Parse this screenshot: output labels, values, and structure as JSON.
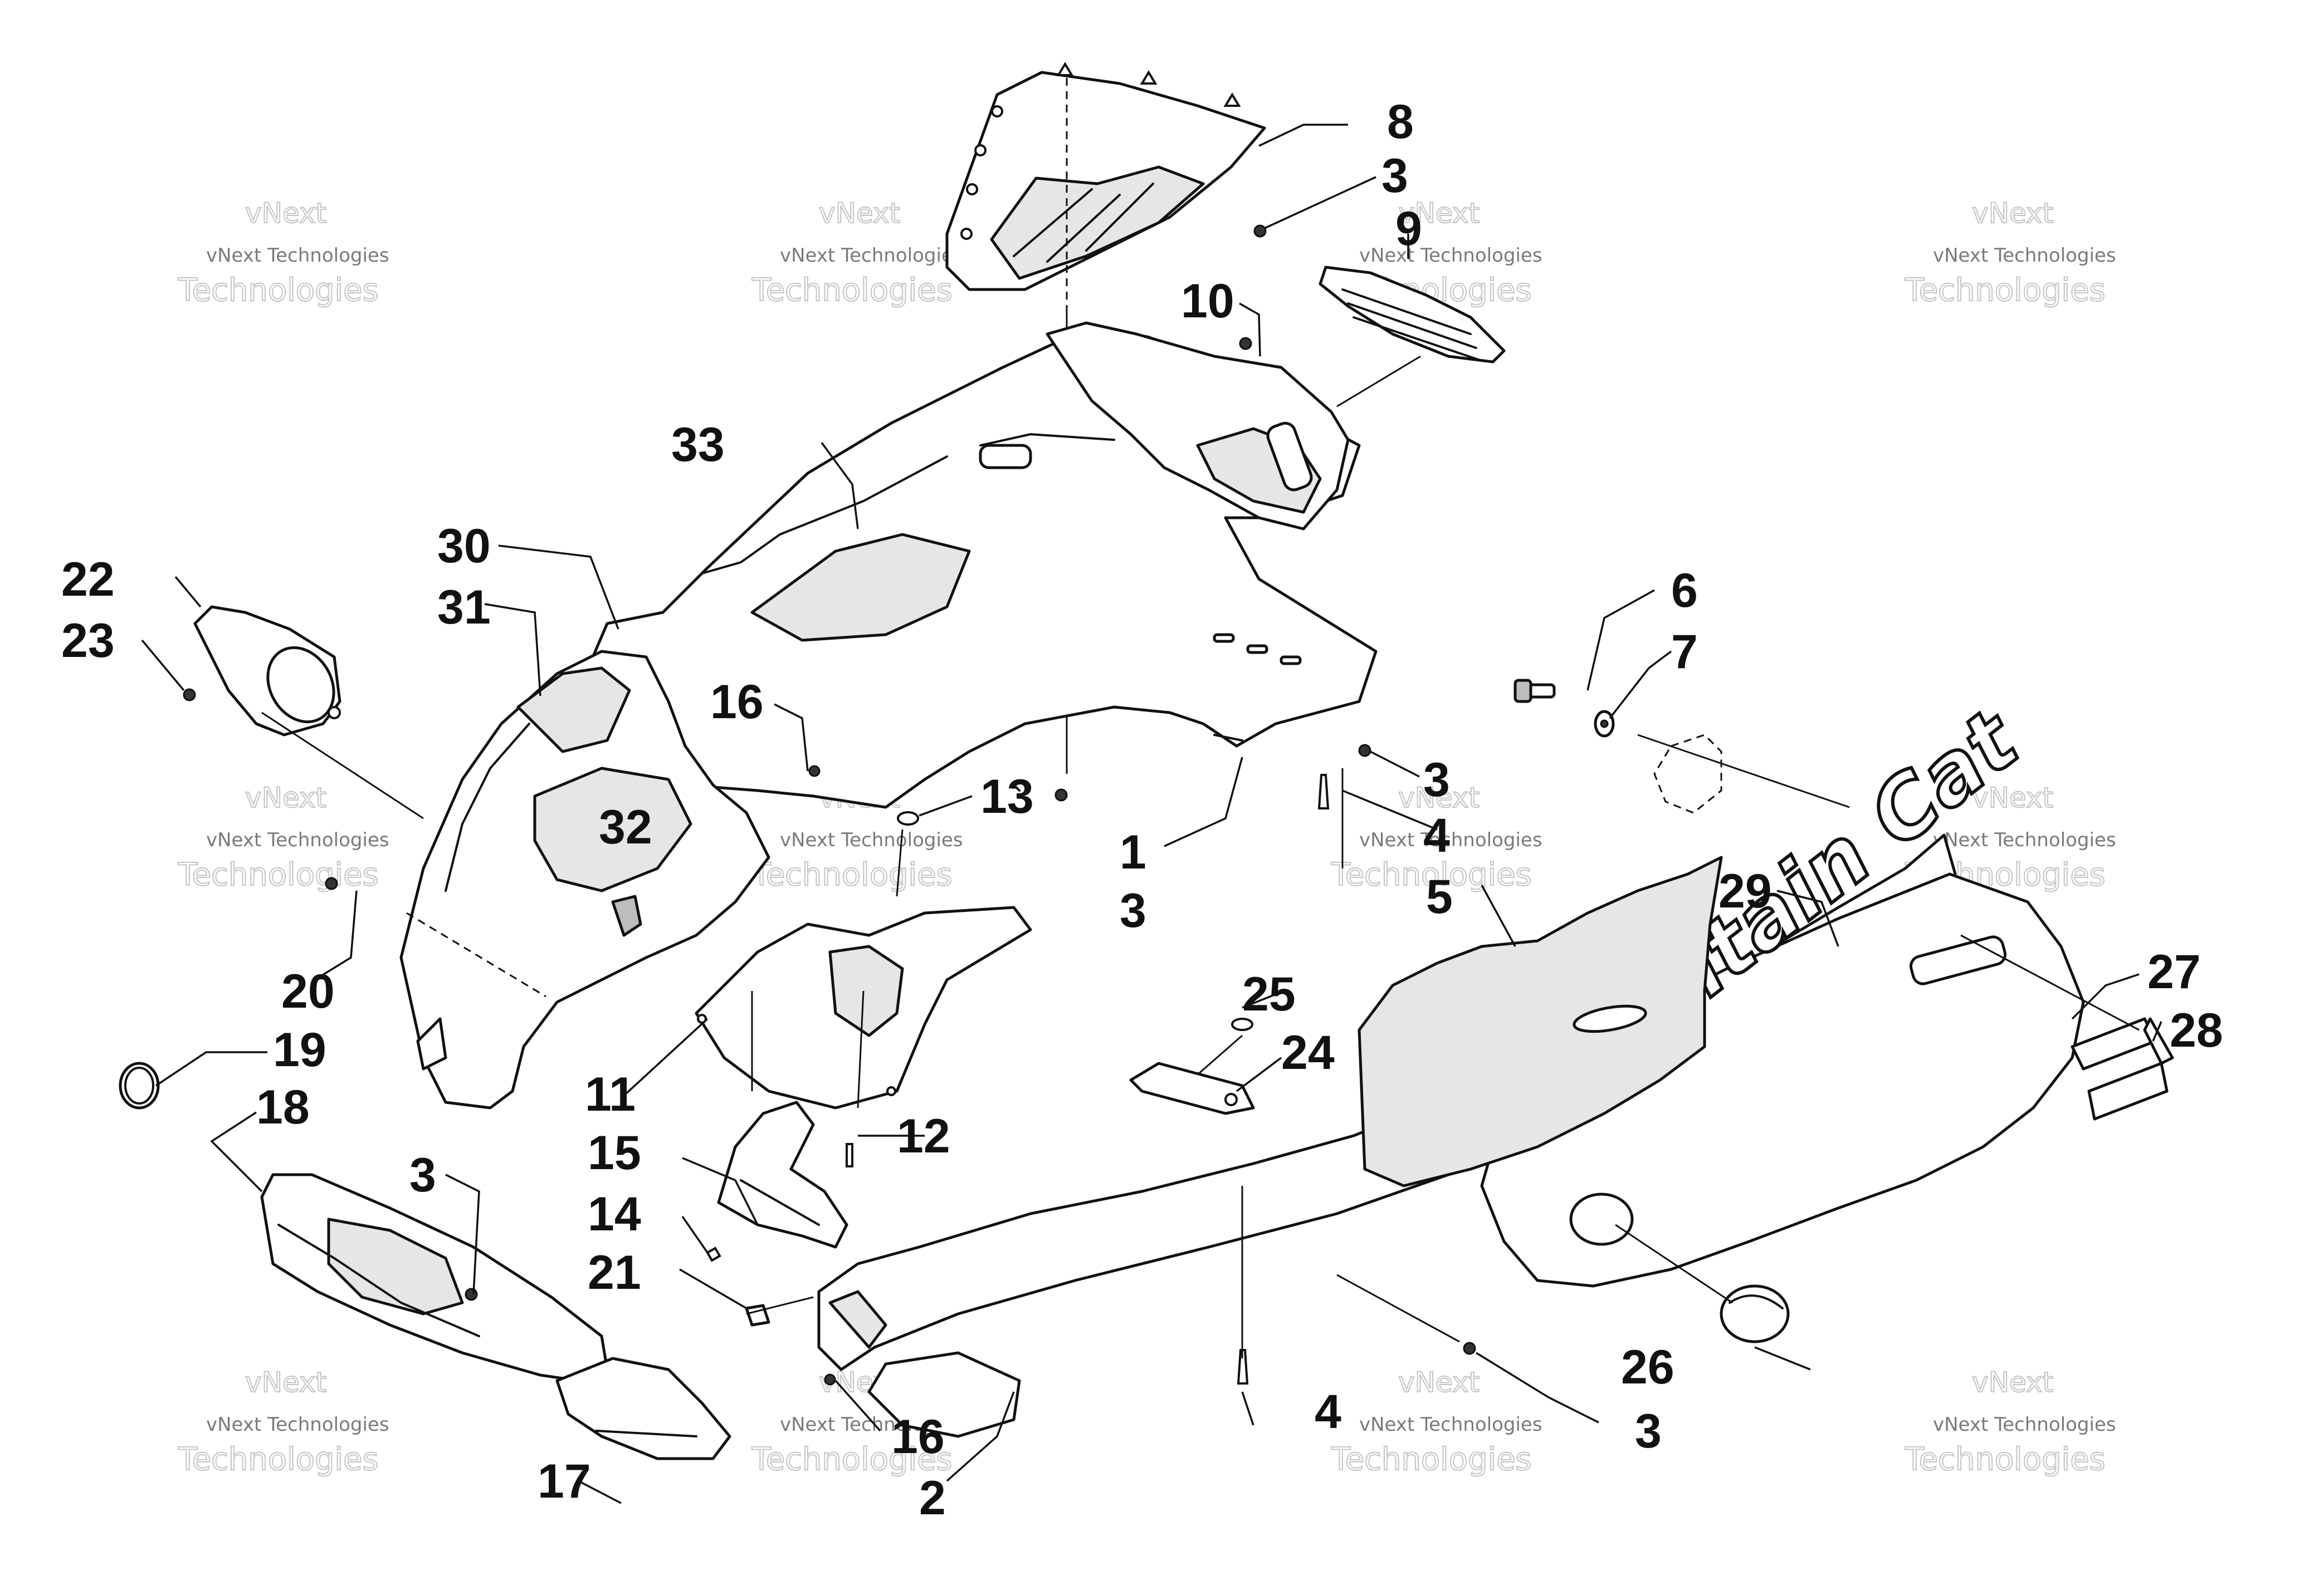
{
  "callouts": {
    "c1": "1",
    "c2": "2",
    "c3a": "3",
    "c3b": "3",
    "c3c": "3",
    "c3d": "3",
    "c3e": "3",
    "c4a": "4",
    "c4b": "4",
    "c5": "5",
    "c6": "6",
    "c7": "7",
    "c8": "8",
    "c9": "9",
    "c10": "10",
    "c11": "11",
    "c12": "12",
    "c13": "13",
    "c14": "14",
    "c15": "15",
    "c16a": "16",
    "c16b": "16",
    "c17": "17",
    "c18": "18",
    "c19": "19",
    "c20": "20",
    "c21": "21",
    "c22": "22",
    "c23": "23",
    "c24": "24",
    "c25": "25",
    "c26": "26",
    "c27": "27",
    "c28": "28",
    "c29": "29",
    "c30": "30",
    "c31": "31",
    "c32": "32",
    "c33": "33"
  },
  "watermark": {
    "line1": "vNext",
    "line2": "vNext Technologies",
    "line3": "Technologies"
  },
  "decal_text": "Mountain Cat"
}
